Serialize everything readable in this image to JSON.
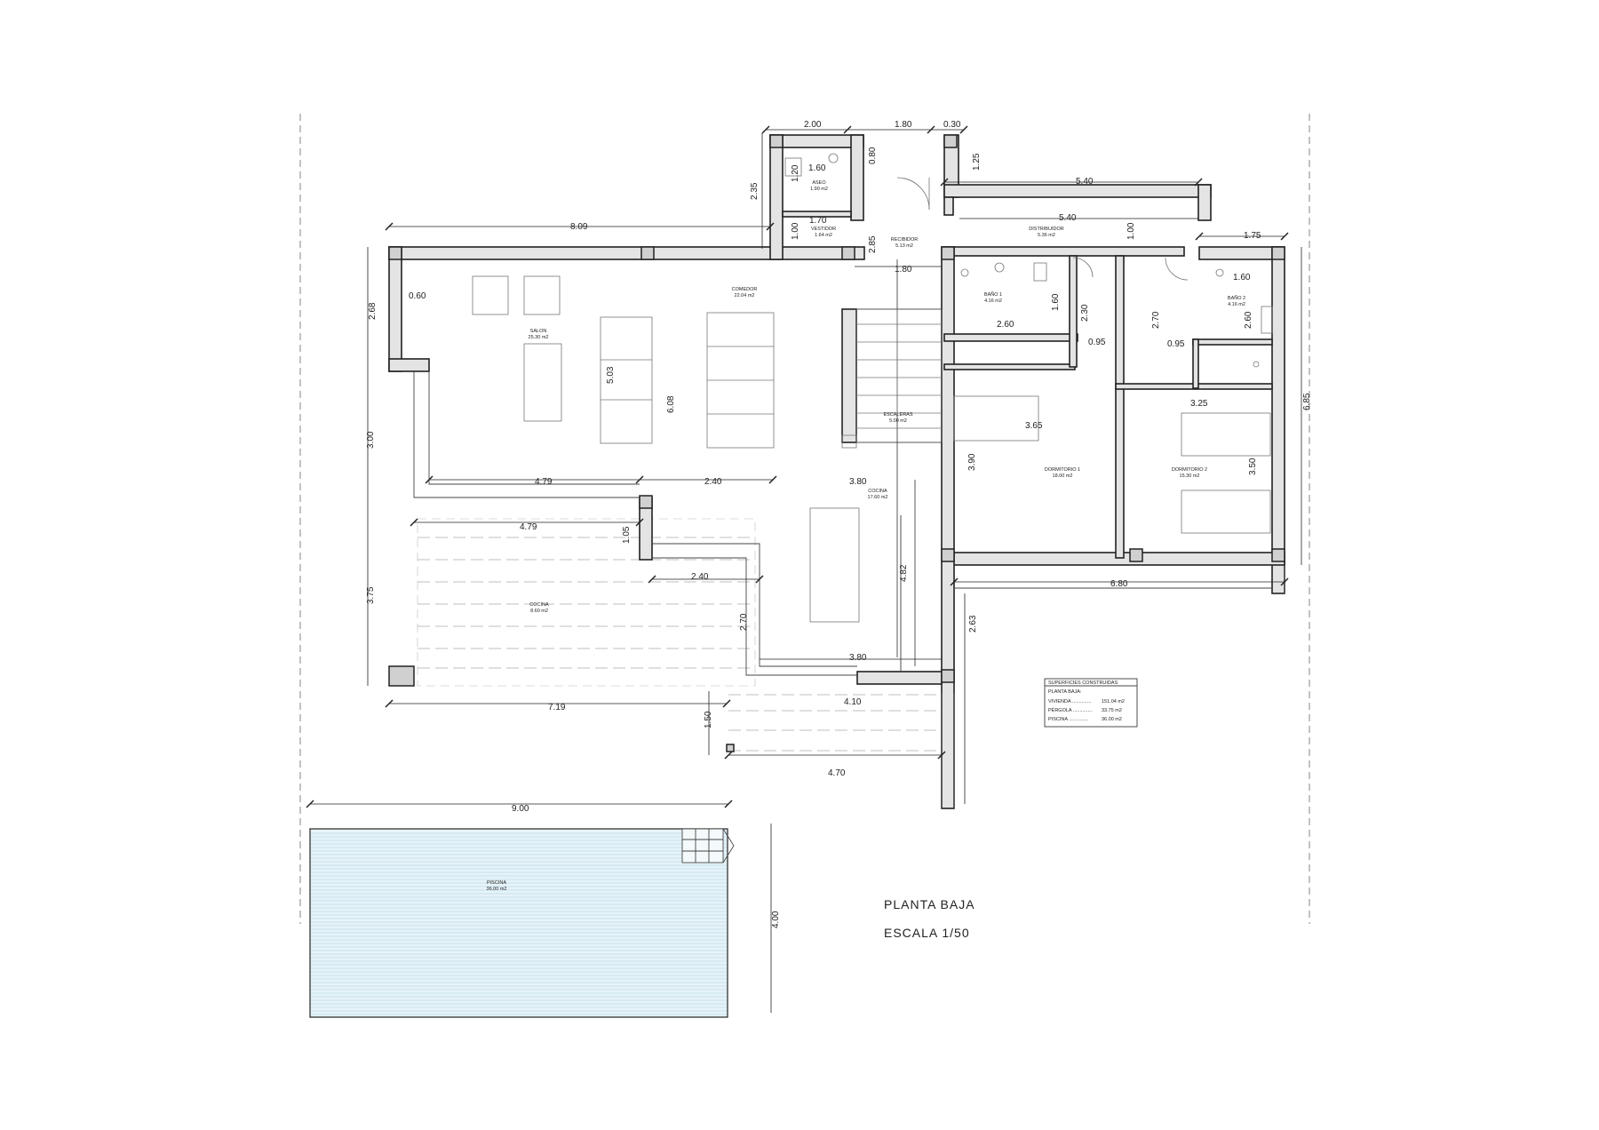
{
  "drawing": {
    "title": "PLANTA BAJA",
    "scale": "ESCALA 1/50"
  },
  "rooms": [
    {
      "name": "ASEO",
      "area": "1.90 m2"
    },
    {
      "name": "VESTIDOR",
      "area": "1.64 m2"
    },
    {
      "name": "RECIBIDOR",
      "area": "5.13 m2"
    },
    {
      "name": "DISTRIBUIDOR",
      "area": "5.36 m2"
    },
    {
      "name": "COMEDOR",
      "area": "22.04 m2"
    },
    {
      "name": "SALON",
      "area": "25.30 m2"
    },
    {
      "name": "BAÑO 1",
      "area": "4.16 m2"
    },
    {
      "name": "BAÑO 2",
      "area": "4.16 m2"
    },
    {
      "name": "ESCALERAS",
      "area": "5.00 m2"
    },
    {
      "name": "DORMITORIO 1",
      "area": "18.00 m2"
    },
    {
      "name": "DORMITORIO 2",
      "area": "15.30 m2"
    },
    {
      "name": "COCINA",
      "area": "17.60 m2"
    },
    {
      "name": "COCINA",
      "area": "8.60 m2"
    },
    {
      "name": "PISCINA",
      "area": "36.00 m2"
    }
  ],
  "dimensions": {
    "d_2_00": "2.00",
    "d_1_80_top": "1.80",
    "d_0_30": "0.30",
    "d_1_60_aseo": "1.60",
    "d_1_20": "1.20",
    "d_0_80": "0.80",
    "d_1_25": "1.25",
    "d_5_40_a": "5.40",
    "d_5_40_b": "5.40",
    "d_2_35": "2.35",
    "d_1_70": "1.70",
    "d_1_00_a": "1.00",
    "d_8_09": "8.09",
    "d_2_85": "2.85",
    "d_1_00_b": "1.00",
    "d_1_75": "1.75",
    "d_1_80_mid": "1.80",
    "d_1_60_b2": "1.60",
    "d_2_68": "2.68",
    "d_0_60": "0.60",
    "d_1_60_b1": "1.60",
    "d_2_30": "2.30",
    "d_2_60_b1": "2.60",
    "d_0_95_a": "0.95",
    "d_2_70_a": "2.70",
    "d_0_95_b": "0.95",
    "d_2_60_b2": "2.60",
    "d_5_03": "5.03",
    "d_6_08": "6.08",
    "d_3_65": "3.65",
    "d_3_25": "3.25",
    "d_6_85": "6.85",
    "d_3_00": "3.00",
    "d_3_90": "3.90",
    "d_3_50": "3.50",
    "d_4_79_a": "4.79",
    "d_2_40_a": "2.40",
    "d_3_80_a": "3.80",
    "d_4_79_b": "4.79",
    "d_1_05": "1.05",
    "d_4_82": "4.82",
    "d_2_40_b": "2.40",
    "d_6_80": "6.80",
    "d_3_75": "3.75",
    "d_2_70_b": "2.70",
    "d_2_63": "2.63",
    "d_3_80_b": "3.80",
    "d_7_19": "7.19",
    "d_4_10": "4.10",
    "d_1_50": "1.50",
    "d_4_70": "4.70",
    "d_9_00": "9.00",
    "d_4_00": "4.00"
  },
  "summary": {
    "heading": "SUPERFICIES CONSTRUIDAS",
    "subheading": "PLANTA BAJA:",
    "rows": [
      {
        "label": "VIVIENDA ..............",
        "value": "151.04 m2"
      },
      {
        "label": "PÉRGOLA ..............",
        "value": "33.75 m2"
      },
      {
        "label": "PISCINA ..............",
        "value": "36.00 m2"
      }
    ]
  }
}
